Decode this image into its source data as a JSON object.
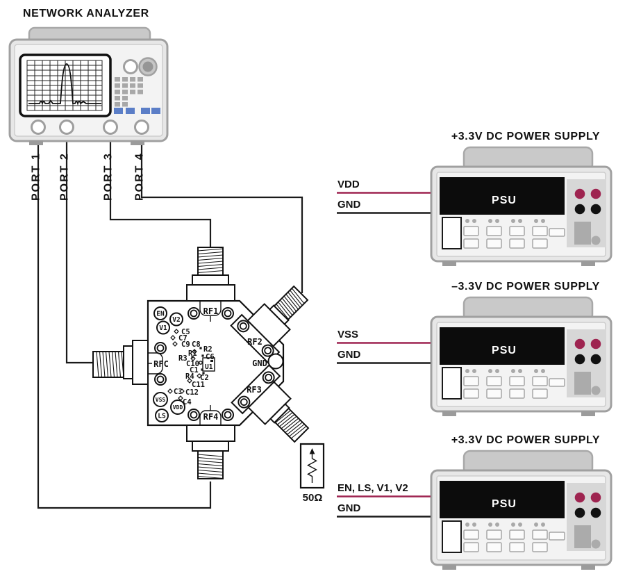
{
  "analyzer": {
    "title": "NETWORK ANALYZER",
    "ports": [
      "PORT 1",
      "PORT 2",
      "PORT 3",
      "PORT 4"
    ]
  },
  "board": {
    "connector_labels": {
      "rf1": "RF1",
      "rf2": "RF2",
      "rf3": "RF3",
      "rf4": "RF4",
      "rfc": "RFC",
      "gnd": "GND"
    },
    "test_points": [
      "EN",
      "V2",
      "V1",
      "VSS",
      "VDD",
      "LS"
    ],
    "ic_label": "U1",
    "components": [
      "C5",
      "C7",
      "C9",
      "C8",
      "R2",
      "R1",
      "R3",
      "C6",
      "C10",
      "C1",
      "R4",
      "C2",
      "C11",
      "C3",
      "C12",
      "C4"
    ]
  },
  "termination": {
    "value": "50Ω"
  },
  "psus": [
    {
      "title": "+3.3V DC POWER SUPPLY",
      "front_label": "PSU",
      "wire_labels": [
        "VDD",
        "GND"
      ],
      "wire_colors": [
        "#9e2450",
        "#1a1a1a"
      ]
    },
    {
      "title": "–3.3V DC POWER SUPPLY",
      "front_label": "PSU",
      "wire_labels": [
        "VSS",
        "GND"
      ],
      "wire_colors": [
        "#9e2450",
        "#1a1a1a"
      ]
    },
    {
      "title": "+3.3V DC POWER SUPPLY",
      "front_label": "PSU",
      "wire_labels": [
        "EN, LS, V1, V2",
        "GND"
      ],
      "wire_colors": [
        "#9e2450",
        "#1a1a1a"
      ]
    }
  ],
  "colors": {
    "wire": "#1a1a1a",
    "supply_positive_line": "#9e2450",
    "terminal_red": "#9e2450",
    "softkey_blue": "#5b7ec7",
    "instrument_gray": "#e7e7e7"
  }
}
